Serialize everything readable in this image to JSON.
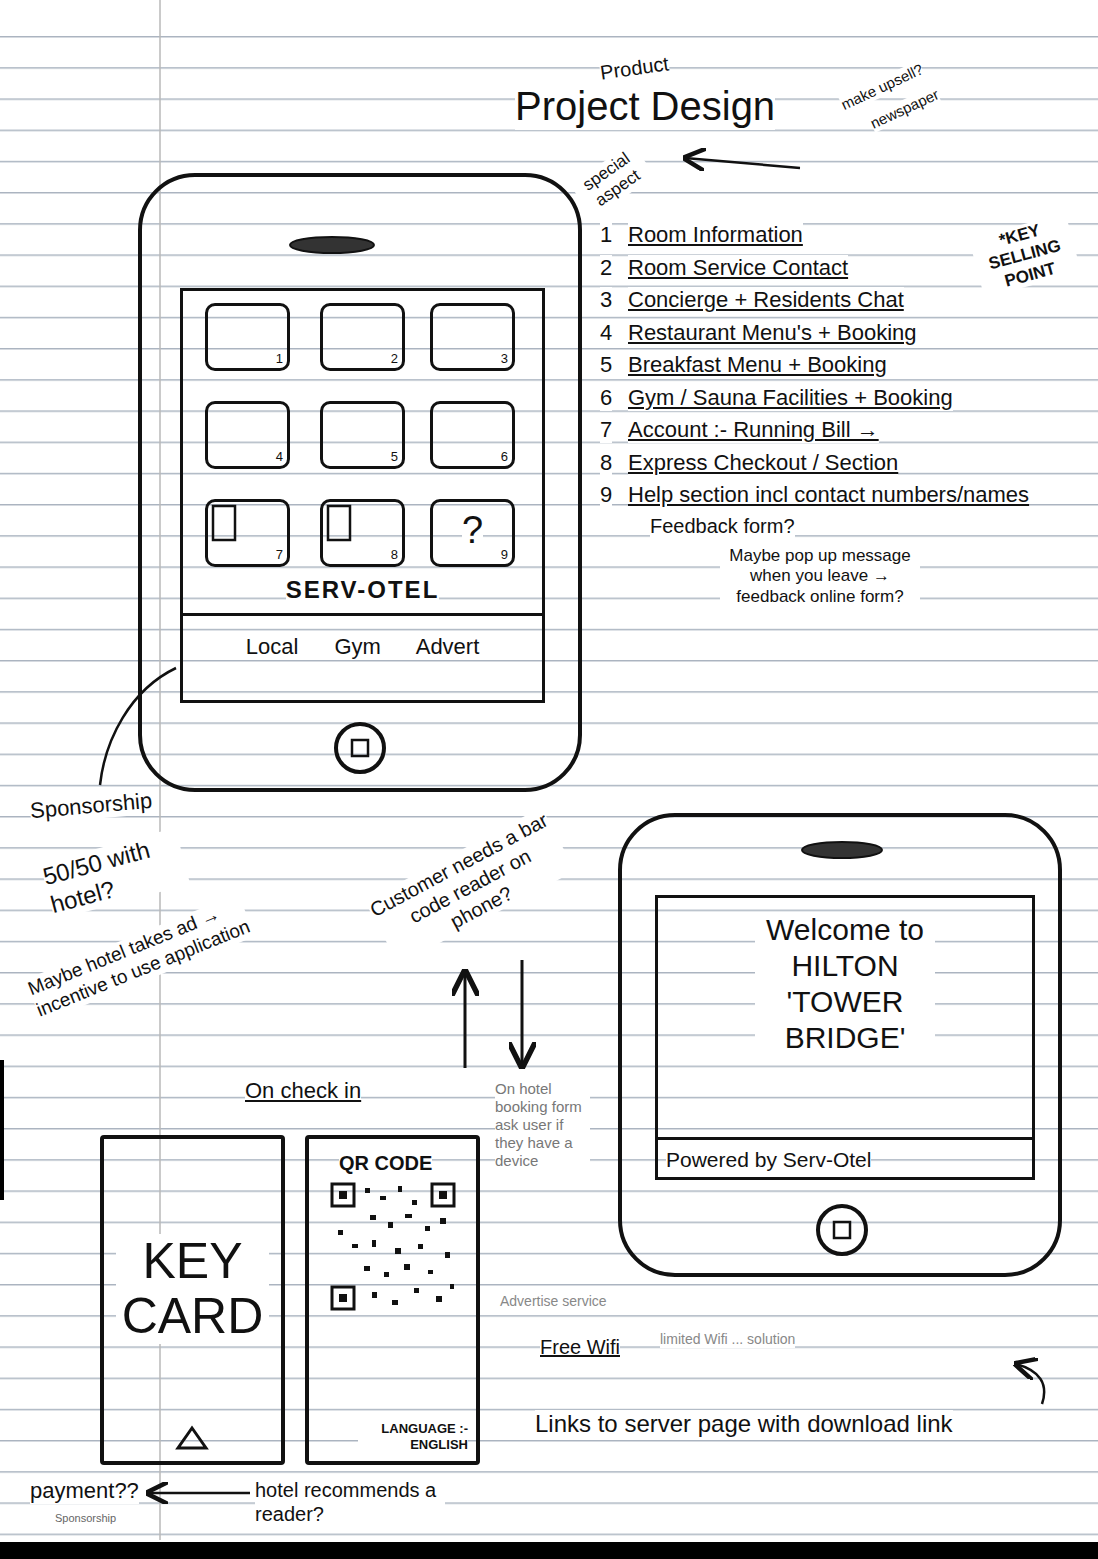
{
  "diagram": {
    "title": "Project Design",
    "nodes": [
      {
        "text": [
          "SERV-OTEL"
        ]
      },
      {
        "text": [
          "1"
        ],
        "in": 0
      },
      {
        "text": [
          "2"
        ],
        "in": 0
      },
      {
        "text": [
          "3"
        ],
        "in": 0
      },
      {
        "text": [
          "4"
        ],
        "in": 0
      },
      {
        "text": [
          "5"
        ],
        "in": 0
      },
      {
        "text": [
          "6"
        ],
        "in": 0
      },
      {
        "text": [
          "7"
        ],
        "in": 0
      },
      {
        "text": [
          "8"
        ],
        "in": 0
      },
      {
        "text": [
          "?",
          "9"
        ],
        "in": 0
      },
      {
        "text": [
          "Local Gym Advert"
        ],
        "in": 0
      },
      {
        "text": [
          "Welcome to HILTON 'TOWER BRIDGE'",
          "Powered by Serv-Otel"
        ]
      },
      {
        "text": [
          "KEY CARD"
        ]
      },
      {
        "text": [
          "QR CODE",
          "LANGUAGE :- ENGLISH"
        ]
      }
    ],
    "labels": [
      "Product",
      "make upsell?",
      "newspaper",
      "special aspect",
      "1",
      "Room Information",
      "2",
      "Room Service Contact",
      "3",
      "Concierge + Residents Chat",
      "4",
      "Restaurant Menu's + Booking",
      "5",
      "Breakfast Menu + Booking",
      "6",
      "Gym / Sauna Facilities + Booking",
      "7",
      "Account :- Running Bill →",
      "8",
      "Express Checkout / Section",
      "9",
      "Help section incl contact numbers/names",
      "Feedback form?",
      "Maybe pop up message when you leave → feedback online form?",
      "*KEY SELLING POINT",
      "Sponsorship",
      "50/50 with hotel?",
      "Maybe hotel takes ad → incentive to use application",
      "Customer needs a bar code reader on phone?",
      "On check in",
      "On hotel booking form ask user if they have a device",
      "Advertise service",
      "Free Wifi",
      "limited Wifi ... solution",
      "Links to server page with download link",
      "payment??",
      "Sponsorship",
      "hotel recommends a reader?"
    ]
  }
}
